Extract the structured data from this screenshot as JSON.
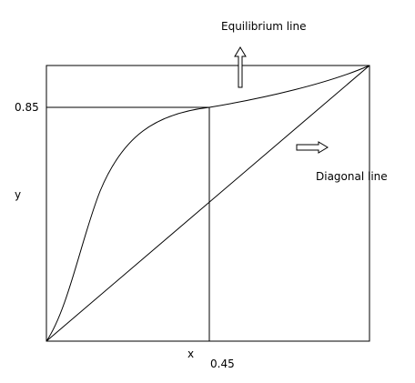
{
  "labels": {
    "equilibrium_line": "Equilibrium line",
    "diagonal_line": "Diagonal line",
    "y_axis": "y",
    "x_axis": "x",
    "y_marker": "0.85",
    "x_marker": "0.45"
  },
  "colors": {
    "line": "#000000",
    "background": "#ffffff"
  }
}
